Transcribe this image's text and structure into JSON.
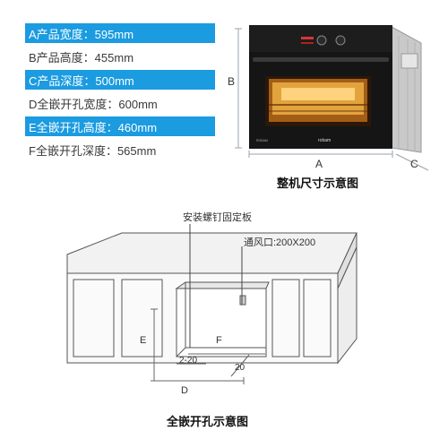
{
  "specs": [
    {
      "label": "A产品宽度：595mm",
      "highlight": true
    },
    {
      "label": "B产品高度：455mm",
      "highlight": false
    },
    {
      "label": "C产品深度：500mm",
      "highlight": true
    },
    {
      "label": "D全嵌开孔宽度：600mm",
      "highlight": false
    },
    {
      "label": "E全嵌开孔高度：460mm",
      "highlight": true
    },
    {
      "label": "F全嵌开孔深度：565mm",
      "highlight": false
    }
  ],
  "top_diagram": {
    "caption": "整机尺寸示意图",
    "dim_a": "A",
    "dim_b": "B",
    "dim_c": "C",
    "brand": "robam"
  },
  "bottom_diagram": {
    "caption": "全嵌开孔示意图",
    "bracket_label": "安装螺钉固定板",
    "vent_label": "通风口:200X200",
    "dim_e": "E",
    "dim_f": "F",
    "dim_d": "D",
    "gap_label": "2-20",
    "depth_gap_label": "20"
  },
  "colors": {
    "accent": "#1b9be0"
  }
}
